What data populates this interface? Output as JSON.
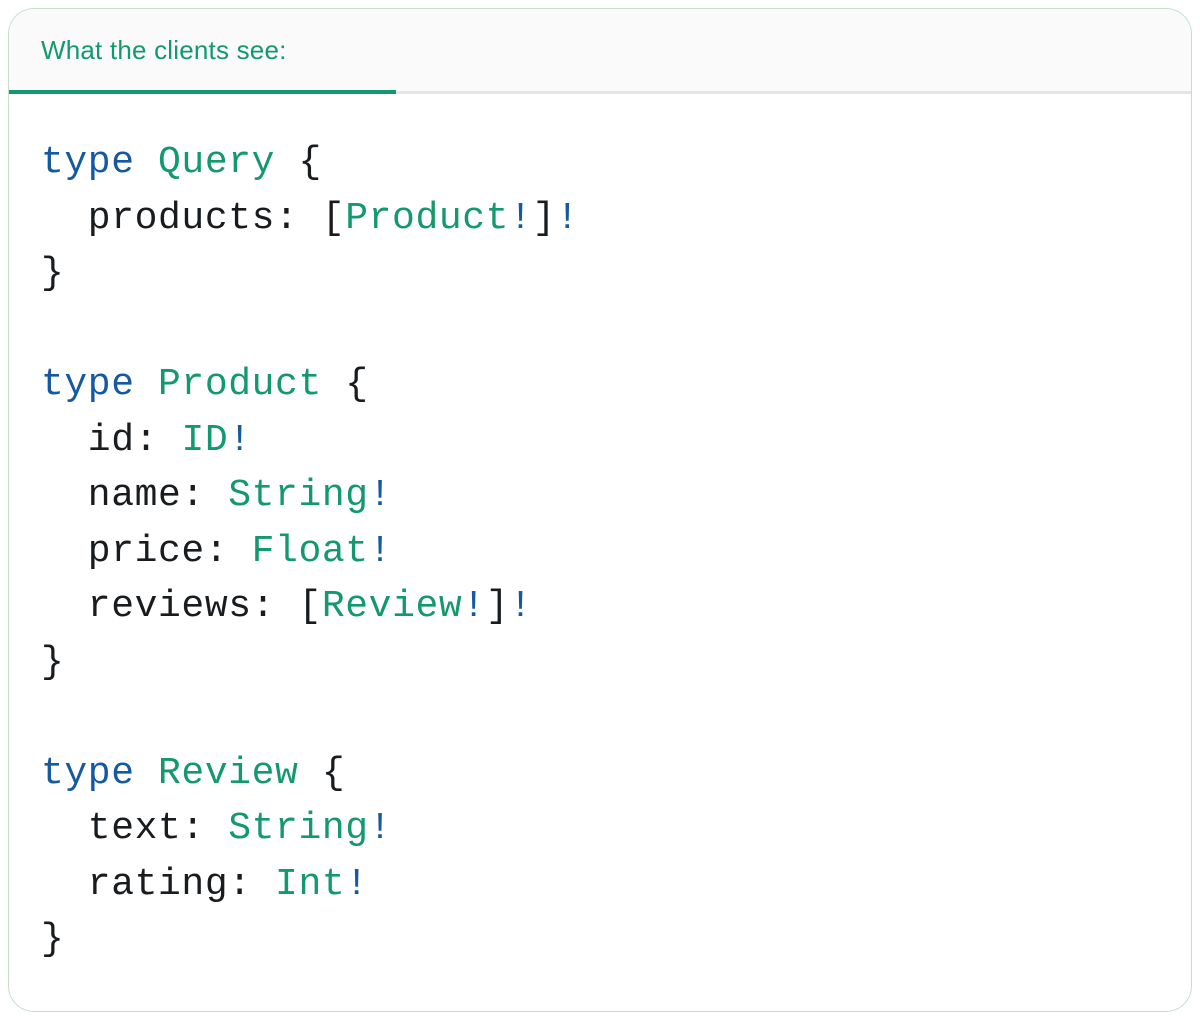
{
  "panel": {
    "tab": {
      "label": "What the clients see:"
    },
    "colors": {
      "accent": "#14986f",
      "keyword": "#155aa0",
      "plain": "#191c1f",
      "divider": "#e6e6e6",
      "card_border": "#c6dfcd",
      "header_bg": "#fafafa",
      "page_bg": "#ffffff"
    }
  },
  "code": {
    "language": "graphql-sdl",
    "lines": [
      [
        {
          "t": "type",
          "c": "kw"
        },
        {
          "t": " ",
          "c": "pl"
        },
        {
          "t": "Query",
          "c": "ty"
        },
        {
          "t": " {",
          "c": "pl"
        }
      ],
      [
        {
          "t": "  products: [",
          "c": "pl"
        },
        {
          "t": "Product",
          "c": "ty"
        },
        {
          "t": "!",
          "c": "kw"
        },
        {
          "t": "]",
          "c": "pl"
        },
        {
          "t": "!",
          "c": "kw"
        }
      ],
      [
        {
          "t": "}",
          "c": "pl"
        }
      ],
      [],
      [
        {
          "t": "type",
          "c": "kw"
        },
        {
          "t": " ",
          "c": "pl"
        },
        {
          "t": "Product",
          "c": "ty"
        },
        {
          "t": " {",
          "c": "pl"
        }
      ],
      [
        {
          "t": "  id: ",
          "c": "pl"
        },
        {
          "t": "ID",
          "c": "ty"
        },
        {
          "t": "!",
          "c": "kw"
        }
      ],
      [
        {
          "t": "  name: ",
          "c": "pl"
        },
        {
          "t": "String",
          "c": "ty"
        },
        {
          "t": "!",
          "c": "kw"
        }
      ],
      [
        {
          "t": "  price: ",
          "c": "pl"
        },
        {
          "t": "Float",
          "c": "ty"
        },
        {
          "t": "!",
          "c": "kw"
        }
      ],
      [
        {
          "t": "  reviews: [",
          "c": "pl"
        },
        {
          "t": "Review",
          "c": "ty"
        },
        {
          "t": "!",
          "c": "kw"
        },
        {
          "t": "]",
          "c": "pl"
        },
        {
          "t": "!",
          "c": "kw"
        }
      ],
      [
        {
          "t": "}",
          "c": "pl"
        }
      ],
      [],
      [
        {
          "t": "type",
          "c": "kw"
        },
        {
          "t": " ",
          "c": "pl"
        },
        {
          "t": "Review",
          "c": "ty"
        },
        {
          "t": " {",
          "c": "pl"
        }
      ],
      [
        {
          "t": "  text: ",
          "c": "pl"
        },
        {
          "t": "String",
          "c": "ty"
        },
        {
          "t": "!",
          "c": "kw"
        }
      ],
      [
        {
          "t": "  rating: ",
          "c": "pl"
        },
        {
          "t": "Int",
          "c": "ty"
        },
        {
          "t": "!",
          "c": "kw"
        }
      ],
      [
        {
          "t": "}",
          "c": "pl"
        }
      ]
    ]
  }
}
